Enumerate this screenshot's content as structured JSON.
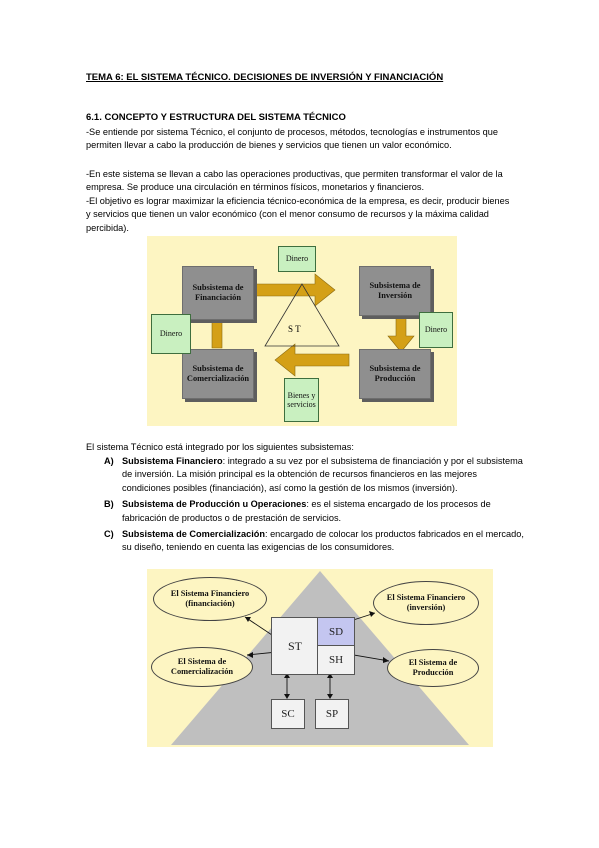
{
  "title": "TEMA 6: EL SISTEMA TÉCNICO. DECISIONES DE INVERSIÓN Y FINANCIACIÓN",
  "section": "6.1. CONCEPTO Y ESTRUCTURA DEL SISTEMA TÉCNICO",
  "paragraphs": {
    "p1": "-Se entiende por sistema Técnico, el conjunto de procesos, métodos, tecnologías e instrumentos que permiten llevar a cabo la producción de bienes y servicios que tienen un valor económico.",
    "p2": "-En este sistema se llevan a cabo las operaciones productivas, que permiten transformar el valor de la empresa. Se produce una circulación en términos físicos, monetarios y financieros.",
    "p3": "-El objetivo es lograr maximizar la eficiencia técnico-económica de la empresa, es decir, producir bienes y servicios que tienen un valor económico (con el menor consumo de recursos y la máxima calidad percibida)."
  },
  "diagram1": {
    "financiacion": "Subsistema de Financiación",
    "inversion": "Subsistema de Inversión",
    "comercializacion": "Subsistema de Comercialización",
    "produccion": "Subsistema de Producción",
    "dinero_top": "Dinero",
    "dinero_left": "Dinero",
    "dinero_right": "Dinero",
    "bienes": "Bienes y servicios",
    "center": "S T"
  },
  "intro": "El sistema Técnico está integrado por los siguientes subsistemas:",
  "list": [
    {
      "letter": "A)",
      "term": "Subsistema Financiero",
      "text": ": integrado a su vez por el subsistema de financiación y por el subsistema de inversión. La misión principal es la obtención de recursos financieros en las mejores condiciones posibles (financiación), así como la gestión de los mismos (inversión)."
    },
    {
      "letter": "B)",
      "term": "Subsistema de Producción u Operaciones",
      "text": ": es el sistema encargado de los procesos de fabricación de productos o de prestación de servicios."
    },
    {
      "letter": "C)",
      "term": "Subsistema de Comercialización",
      "text": ": encargado de colocar los productos fabricados en el mercado, su diseño, teniendo en cuenta las exigencias de los consumidores."
    }
  ],
  "diagram2": {
    "fin_financiacion": "El Sistema Financiero (financiación)",
    "fin_inversion": "El Sistema Financiero (inversión)",
    "comercializacion": "El Sistema de Comercialización",
    "produccion": "El Sistema de Producción",
    "st": "ST",
    "sd": "SD",
    "sh": "SH",
    "sc": "SC",
    "sp": "SP"
  },
  "colors": {
    "diagram_bg": "#fdf5c2",
    "arrow": "#d4a017",
    "box_gray": "#8f8f8f",
    "green_box": "#c9f0c0",
    "sd_blue": "#c4c6f0"
  }
}
